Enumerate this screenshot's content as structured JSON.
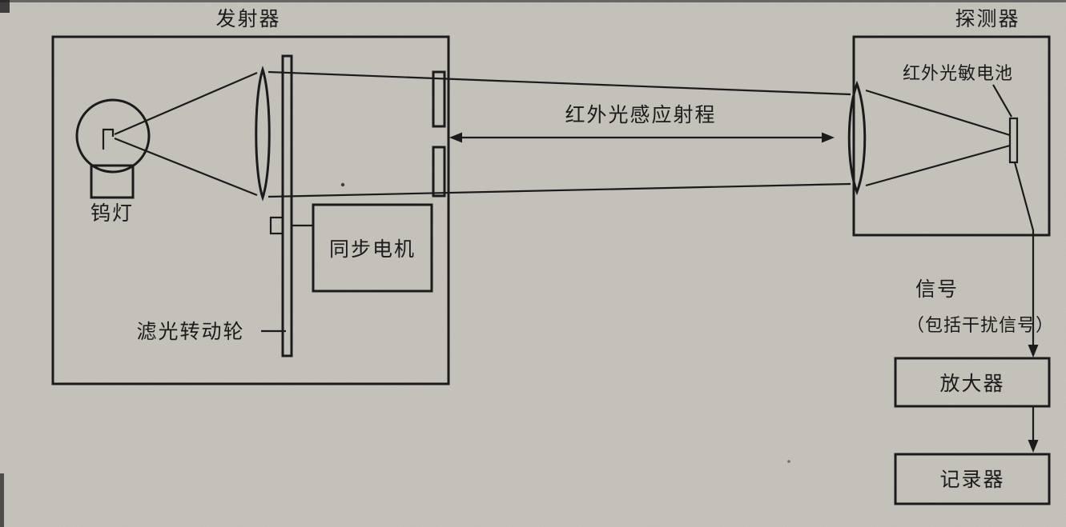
{
  "colors": {
    "background": "#c9c6be",
    "line": "#1b1b1b"
  },
  "labels": {
    "emitter": "发射器",
    "detector": "探测器",
    "tungsten_lamp": "钨灯",
    "sync_motor": "同步电机",
    "filter_wheel": "滤光转动轮",
    "beam_range": "红外光感应射程",
    "ir_photocell": "红外光敏电池",
    "signal": "信号",
    "signal_note": "（包括干扰信号）",
    "amplifier": "放大器",
    "recorder": "记录器"
  }
}
